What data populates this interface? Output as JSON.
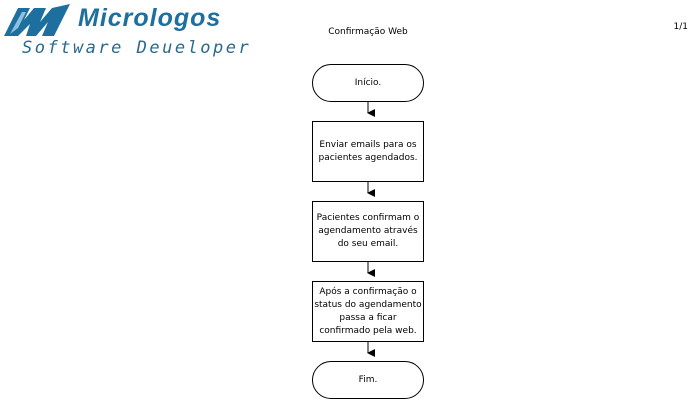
{
  "header": {
    "logo_name": "Micrologos",
    "logo_tagline": "Software Deueloper",
    "title": "Confirmação Web",
    "page_number": "1/1"
  },
  "flow": {
    "start": "Início.",
    "steps": [
      "Enviar emails para os pacientes agendados.",
      "Pacientes confirmam o agendamento através do seu email.",
      "Após a confirmação o status do agendamento passa a ficar confirmado pela web."
    ],
    "end": "Fim."
  },
  "colors": {
    "logo": "#1d6f9f"
  }
}
